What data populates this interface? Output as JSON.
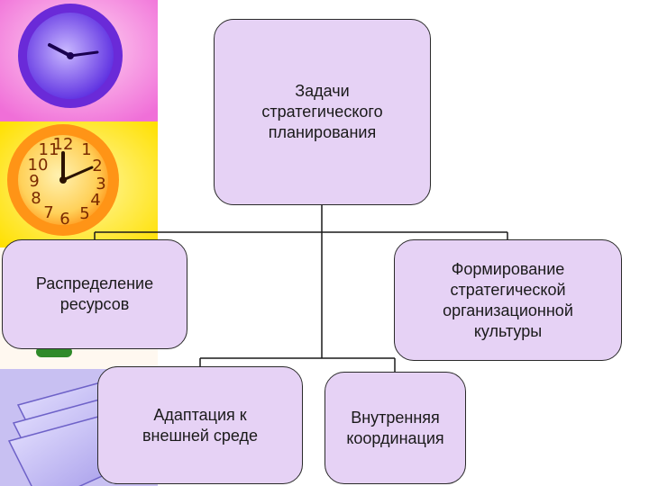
{
  "diagram": {
    "root": {
      "label": "Задачи\nстратегического\nпланирования"
    },
    "children": [
      {
        "label": "Распределение\nресурсов"
      },
      {
        "label": "Формирование\nстратегической\nорганизационной\nкультуры"
      },
      {
        "label": "Адаптация к\nвнешней среде"
      },
      {
        "label": "Внутренняя\nкоординация"
      }
    ]
  },
  "colors": {
    "node_fill": "#e6d2f5",
    "node_border": "#2a2a2a",
    "connector": "#1a1a1a"
  },
  "decor_icons": [
    "purple-clock-icon",
    "orange-clock-icon",
    "paper-stack-icon"
  ]
}
